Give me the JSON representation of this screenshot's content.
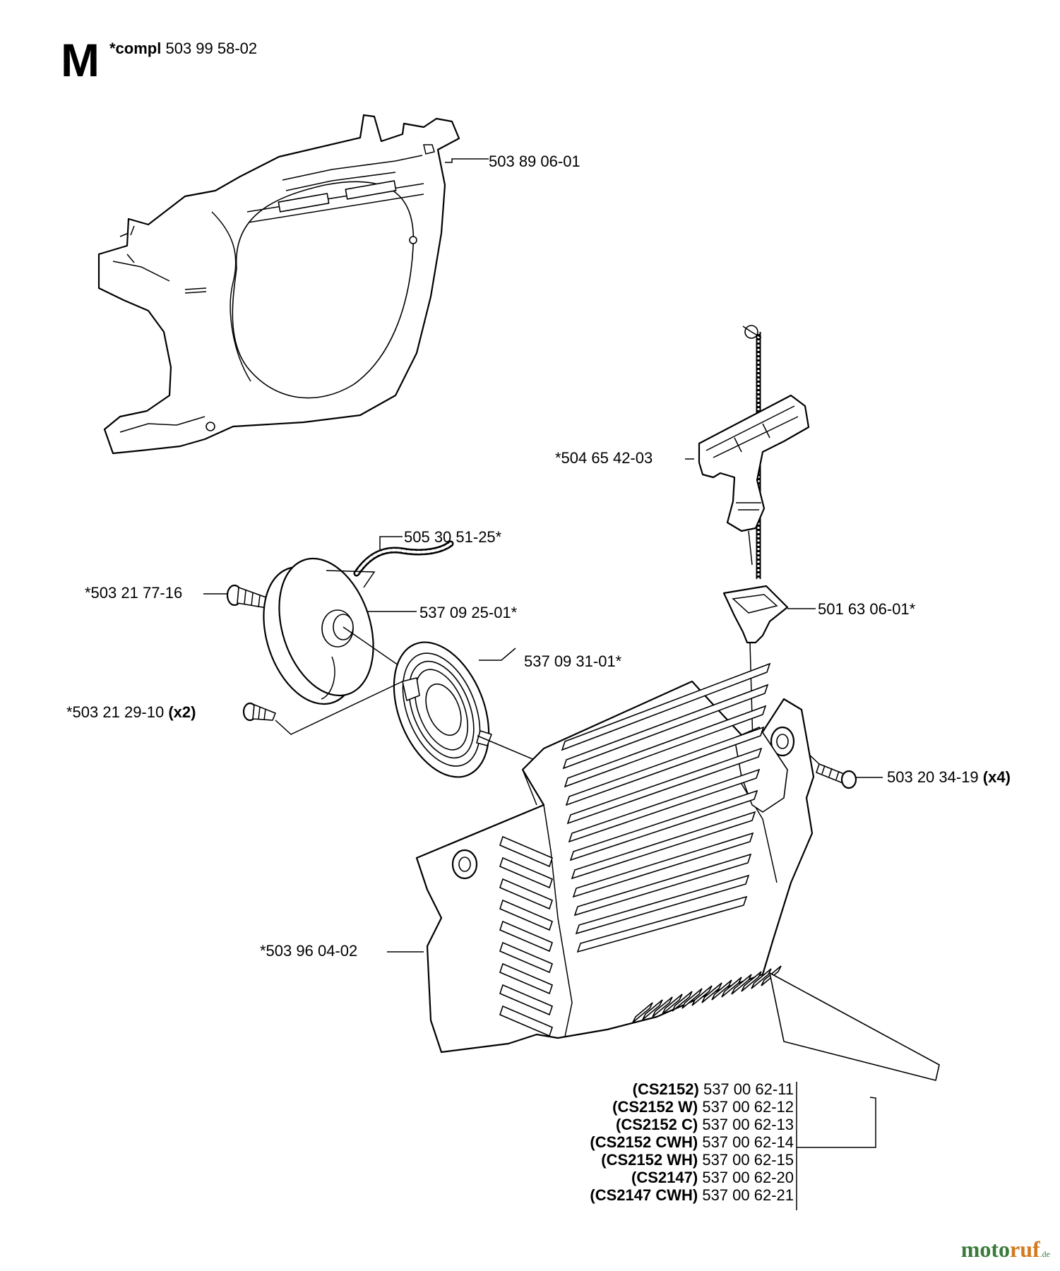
{
  "section": {
    "letter": "M",
    "note_prefix": "*compl",
    "note_number": "503 99 58-02"
  },
  "callouts": [
    {
      "id": "housing",
      "text": "503 89 06-01",
      "suffix": ""
    },
    {
      "id": "handle",
      "text": "*504 65 42-03",
      "suffix": ""
    },
    {
      "id": "rope",
      "text": "505 30 51-25*",
      "suffix": ""
    },
    {
      "id": "screw-1",
      "text": "*503 21 77-16",
      "suffix": ""
    },
    {
      "id": "pulley",
      "text": "537 09 25-01*",
      "suffix": ""
    },
    {
      "id": "guide",
      "text": "501 63 06-01*",
      "suffix": ""
    },
    {
      "id": "spring",
      "text": "537 09 31-01*",
      "suffix": ""
    },
    {
      "id": "screw-2",
      "text": "*503 21 29-10 ",
      "suffix": "(x2)"
    },
    {
      "id": "screw-3",
      "text": "503 20 34-19 ",
      "suffix": "(x4)"
    },
    {
      "id": "cover",
      "text": "*503 96 04-02",
      "suffix": ""
    }
  ],
  "models": [
    {
      "model": "(CS2152)",
      "part": "537 00 62-11"
    },
    {
      "model": "(CS2152 W)",
      "part": "537 00 62-12"
    },
    {
      "model": "(CS2152 C)",
      "part": "537 00 62-13"
    },
    {
      "model": "(CS2152 CWH)",
      "part": "537 00 62-14"
    },
    {
      "model": "(CS2152 WH)",
      "part": "537 00 62-15"
    },
    {
      "model": "(CS2147)",
      "part": "537 00 62-20"
    },
    {
      "model": "(CS2147 CWH)",
      "part": "537 00 62-21"
    }
  ],
  "brand": {
    "part1": "moto",
    "part2": "ruf",
    "part3": ".de"
  }
}
